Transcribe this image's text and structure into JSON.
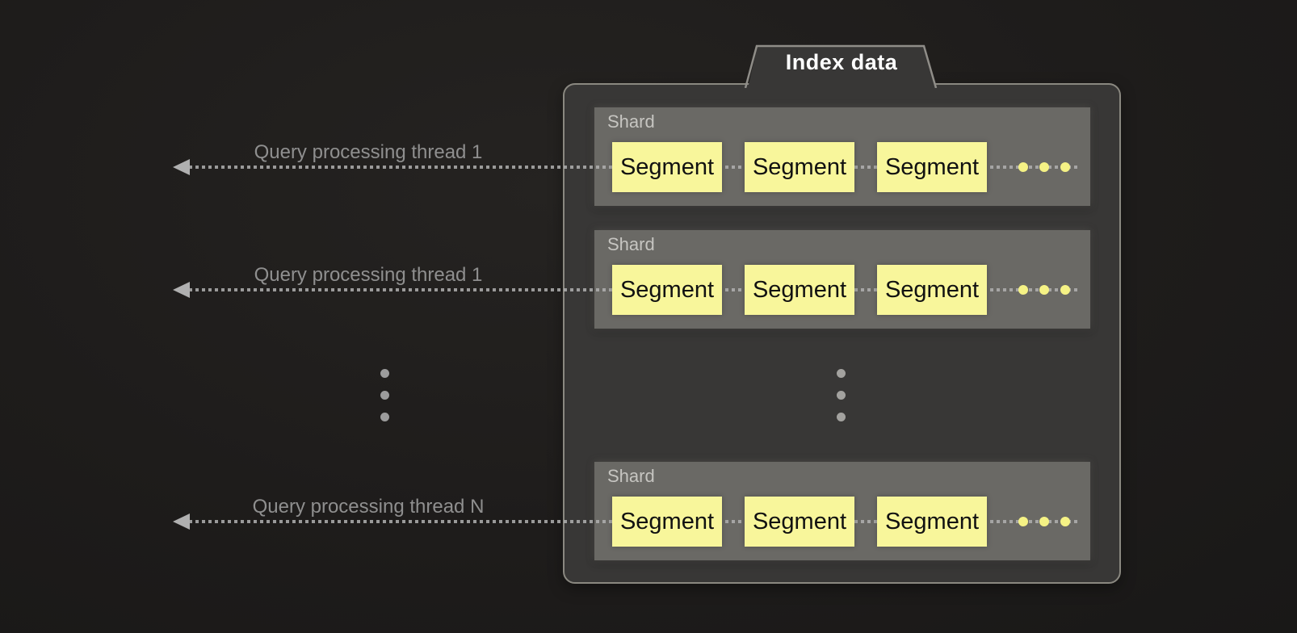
{
  "title": {
    "label": "Index data"
  },
  "threads": [
    {
      "label": "Query processing thread 1"
    },
    {
      "label": "Query processing thread 1"
    },
    {
      "label": "Query processing thread N"
    }
  ],
  "shards": [
    {
      "label": "Shard",
      "segments": [
        "Segment",
        "Segment",
        "Segment"
      ]
    },
    {
      "label": "Shard",
      "segments": [
        "Segment",
        "Segment",
        "Segment"
      ]
    },
    {
      "label": "Shard",
      "segments": [
        "Segment",
        "Segment",
        "Segment"
      ]
    }
  ],
  "icons": {
    "arrow_left": "left-arrow-icon",
    "vertical_ellipsis": "vertical-ellipsis-icon",
    "segment_ellipsis": "yellow-ellipsis-dots-icon"
  },
  "colors": {
    "background": "#1f1d1c",
    "container_fill": "#383736",
    "container_border": "#8a8880",
    "shard_fill": "#6a6965",
    "segment_fill": "#f8f69b",
    "segment_text": "#111111",
    "accent_dots_yellow": "#f5f285",
    "line_gray": "#b0b0b0",
    "thread_label_text": "#8f8f8f",
    "shard_label_text": "#c6c5c1",
    "title_text": "#ffffff"
  }
}
